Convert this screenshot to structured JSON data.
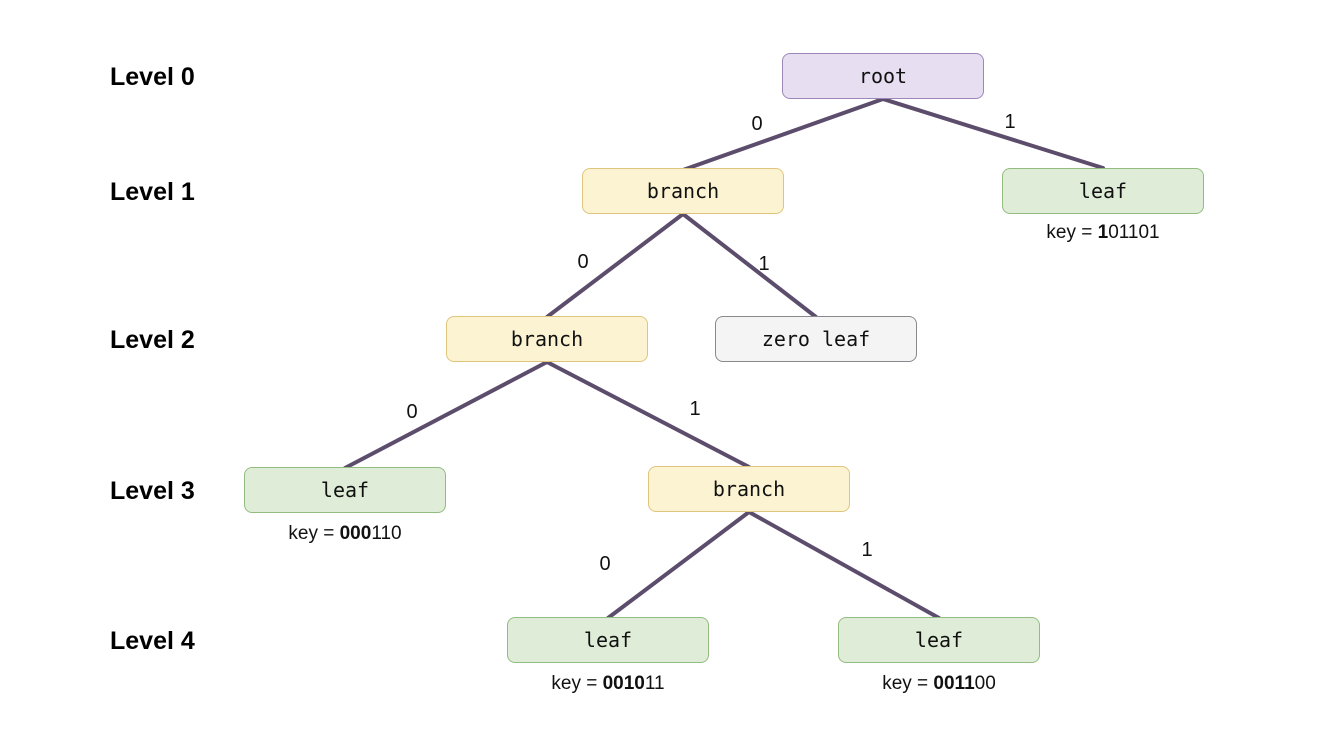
{
  "levels": [
    {
      "label": "Level 0"
    },
    {
      "label": "Level 1"
    },
    {
      "label": "Level 2"
    },
    {
      "label": "Level 3"
    },
    {
      "label": "Level 4"
    }
  ],
  "nodes": {
    "root": {
      "label": "root",
      "type": "root"
    },
    "branch_l1": {
      "label": "branch",
      "type": "branch"
    },
    "leaf_l1": {
      "label": "leaf",
      "type": "leaf",
      "key": "key = 101101",
      "key_prefix": "key = ",
      "key_bold": "1",
      "key_rest": "01101"
    },
    "branch_l2": {
      "label": "branch",
      "type": "branch"
    },
    "zero_leaf_l2": {
      "label": "zero leaf",
      "type": "zero-leaf"
    },
    "leaf_l3": {
      "label": "leaf",
      "type": "leaf",
      "key": "key = 000110",
      "key_prefix": "key = ",
      "key_bold": "000",
      "key_rest": "110"
    },
    "branch_l3": {
      "label": "branch",
      "type": "branch"
    },
    "leaf_l4_left": {
      "label": "leaf",
      "type": "leaf",
      "key": "key = 001011",
      "key_prefix": "key = ",
      "key_bold": "0010",
      "key_rest": "11"
    },
    "leaf_l4_right": {
      "label": "leaf",
      "type": "leaf",
      "key": "key = 001100",
      "key_prefix": "key = ",
      "key_bold": "0011",
      "key_rest": "00"
    }
  },
  "edges": [
    {
      "from": "root",
      "to": "branch_l1",
      "label": "0"
    },
    {
      "from": "root",
      "to": "leaf_l1",
      "label": "1"
    },
    {
      "from": "branch_l1",
      "to": "branch_l2",
      "label": "0"
    },
    {
      "from": "branch_l1",
      "to": "zero_leaf_l2",
      "label": "1"
    },
    {
      "from": "branch_l2",
      "to": "leaf_l3",
      "label": "0"
    },
    {
      "from": "branch_l2",
      "to": "branch_l3",
      "label": "1"
    },
    {
      "from": "branch_l3",
      "to": "leaf_l4_left",
      "label": "0"
    },
    {
      "from": "branch_l3",
      "to": "leaf_l4_right",
      "label": "1"
    }
  ],
  "colors": {
    "edge": "#5d4d6c",
    "root_fill": "#e7def1",
    "root_border": "#9d86b8",
    "branch_fill": "#fcf3d2",
    "branch_border": "#e0c57c",
    "leaf_fill": "#dfecd8",
    "leaf_border": "#93bd80",
    "zero_leaf_fill": "#f4f4f5",
    "zero_leaf_border": "#88888d"
  }
}
